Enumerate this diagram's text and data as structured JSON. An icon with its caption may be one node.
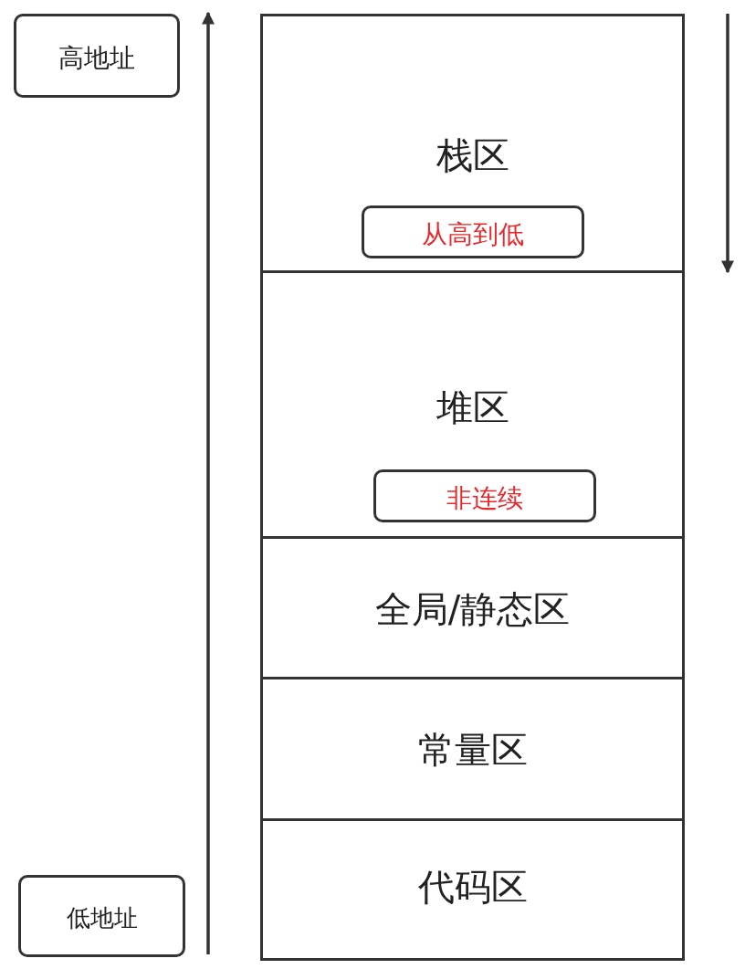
{
  "diagram": {
    "nodes": [
      {
        "text": [
          "高地址"
        ]
      },
      {
        "text": [
          "栈区"
        ]
      },
      {
        "text": [
          "从高到低"
        ],
        "in": 1
      },
      {
        "text": [
          "堆区"
        ]
      },
      {
        "text": [
          "非连续"
        ],
        "in": 3
      },
      {
        "text": [
          "全局/静态区"
        ]
      },
      {
        "text": [
          "常量区"
        ]
      },
      {
        "text": [
          "代码区"
        ]
      },
      {
        "text": [
          "低地址"
        ]
      }
    ]
  }
}
